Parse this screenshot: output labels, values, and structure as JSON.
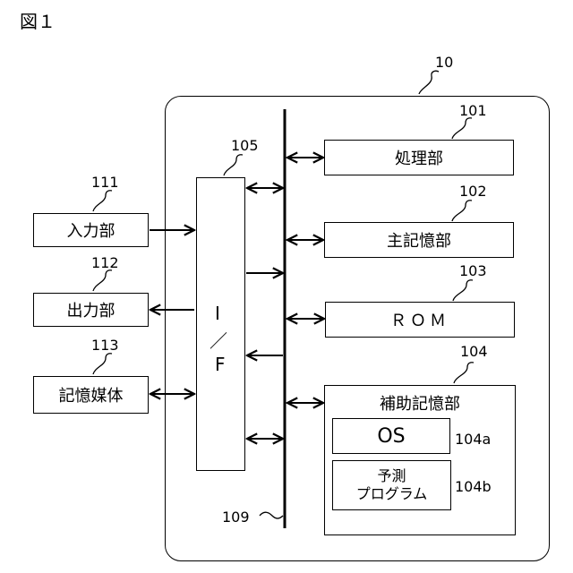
{
  "figure_label": "図１",
  "system": {
    "ref": "10"
  },
  "bus": {
    "ref": "109"
  },
  "interface": {
    "ref": "105",
    "letters": [
      "I",
      "／",
      "F"
    ]
  },
  "external": [
    {
      "ref": "111",
      "label": "入力部"
    },
    {
      "ref": "112",
      "label": "出力部"
    },
    {
      "ref": "113",
      "label": "記憶媒体"
    }
  ],
  "internal": [
    {
      "ref": "101",
      "label": "処理部"
    },
    {
      "ref": "102",
      "label": "主記憶部"
    },
    {
      "ref": "103",
      "label": "ＲＯＭ"
    },
    {
      "ref": "104",
      "label": "補助記憶部"
    }
  ],
  "storage_contents": [
    {
      "ref": "104a",
      "label": "OS"
    },
    {
      "ref": "104b",
      "label_line1": "予測",
      "label_line2": "プログラム"
    }
  ]
}
